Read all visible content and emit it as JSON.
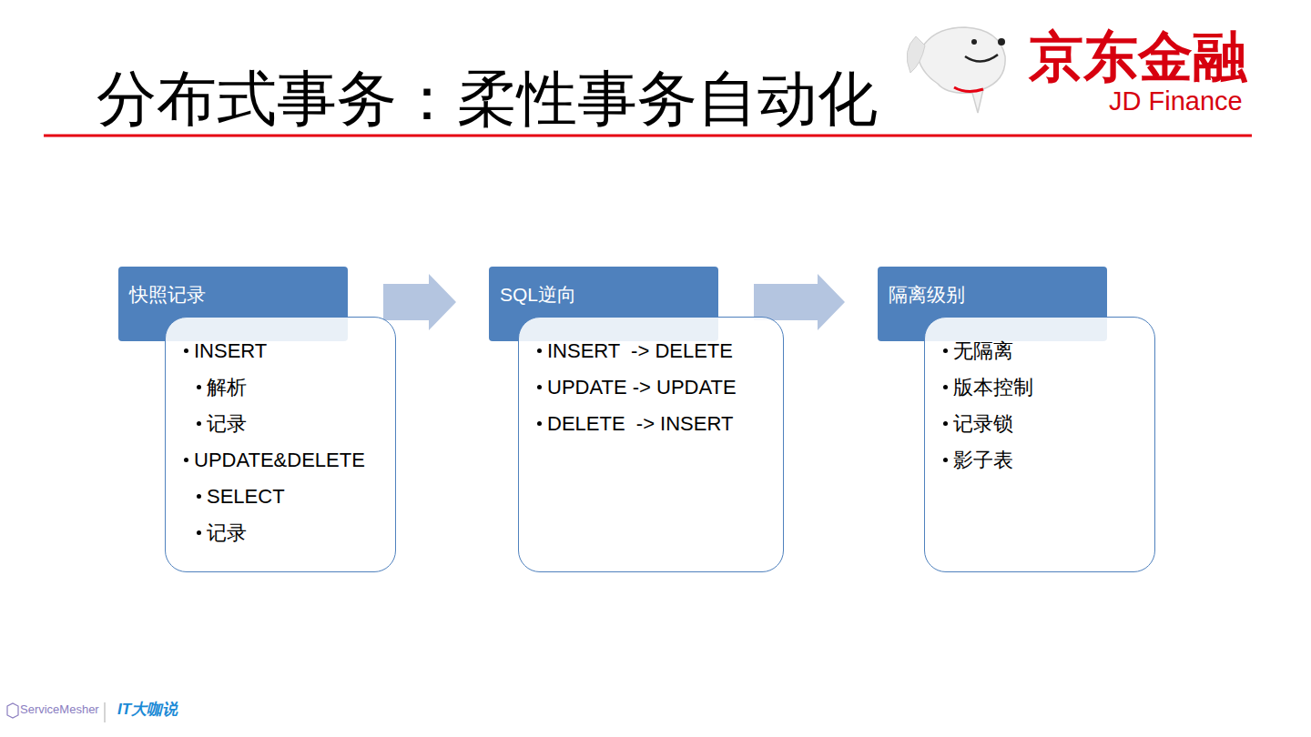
{
  "diagram": {
    "title": "分布式事务：柔性事务自动化",
    "nodes": [
      {
        "text": [
          "快照记录"
        ]
      },
      {
        "text": [
          "INSERT",
          "解析",
          "记录",
          "UPDATE&DELETE",
          "SELECT",
          "记录"
        ]
      },
      {
        "text": [
          "SQL逆向"
        ]
      },
      {
        "text": [
          "INSERT  -> DELETE",
          "UPDATE -> UPDATE",
          "DELETE  -> INSERT"
        ]
      },
      {
        "text": [
          "隔离级别"
        ]
      },
      {
        "text": [
          "无隔离",
          "版本控制",
          "记录锁",
          "影子表"
        ]
      }
    ],
    "edges": [
      {
        "from": 0,
        "to": 2,
        "arrow": "to"
      },
      {
        "from": 2,
        "to": 4,
        "arrow": "to"
      }
    ],
    "labels": [
      "京东金融",
      "JD Finance",
      "ServiceMesher",
      "IT大咖说"
    ]
  }
}
